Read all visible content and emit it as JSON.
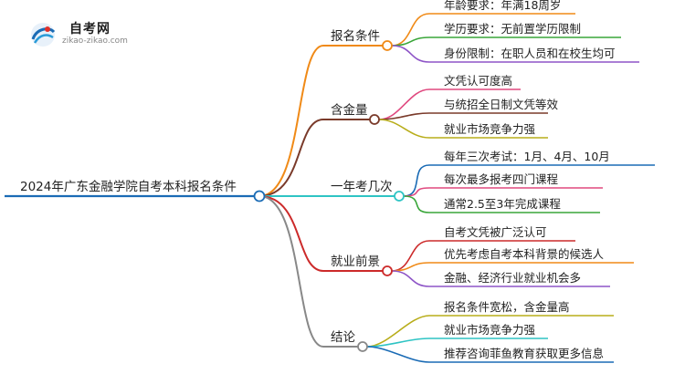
{
  "logo": {
    "name": "自考网",
    "url": "zikao-zikao.com"
  },
  "root": {
    "label": "2024年广东金融学院自考本科报名条件",
    "color": "#1a6bb5"
  },
  "branches": [
    {
      "label": "报名条件",
      "color": "#f08a17",
      "children": [
        {
          "label": "年龄要求：年满18周岁",
          "color": "#f08a17"
        },
        {
          "label": "学历要求：无前置学历限制",
          "color": "#3aa63a"
        },
        {
          "label": "身份限制：在职人员和在校生均可",
          "color": "#8e55c7"
        }
      ]
    },
    {
      "label": "含金量",
      "color": "#7a3a2a",
      "children": [
        {
          "label": "文凭认可度高",
          "color": "#e0497f"
        },
        {
          "label": "与统招全日制文凭等效",
          "color": "#7a3a2a"
        },
        {
          "label": "就业市场竞争力强",
          "color": "#b8ad1a"
        }
      ]
    },
    {
      "label": "一年考几次",
      "color": "#2ec4c4",
      "children": [
        {
          "label": "每年三次考试：1月、4月、10月",
          "color": "#1a6bb5"
        },
        {
          "label": "每次最多报考四门课程",
          "color": "#e0497f"
        },
        {
          "label": "通常2.5至3年完成课程",
          "color": "#3aa63a"
        }
      ]
    },
    {
      "label": "就业前景",
      "color": "#cc2a2a",
      "children": [
        {
          "label": "自考文凭被广泛认可",
          "color": "#cc2a2a"
        },
        {
          "label": "优先考虑自考本科背景的候选人",
          "color": "#f08a17"
        },
        {
          "label": "金融、经济行业就业机会多",
          "color": "#8e55c7"
        }
      ]
    },
    {
      "label": "结论",
      "color": "#888888",
      "children": [
        {
          "label": "报名条件宽松，含金量高",
          "color": "#b8ad1a"
        },
        {
          "label": "就业市场竞争力强",
          "color": "#2ec4c4"
        },
        {
          "label": "推荐咨询菲鱼教育获取更多信息",
          "color": "#1a6bb5"
        }
      ]
    }
  ]
}
